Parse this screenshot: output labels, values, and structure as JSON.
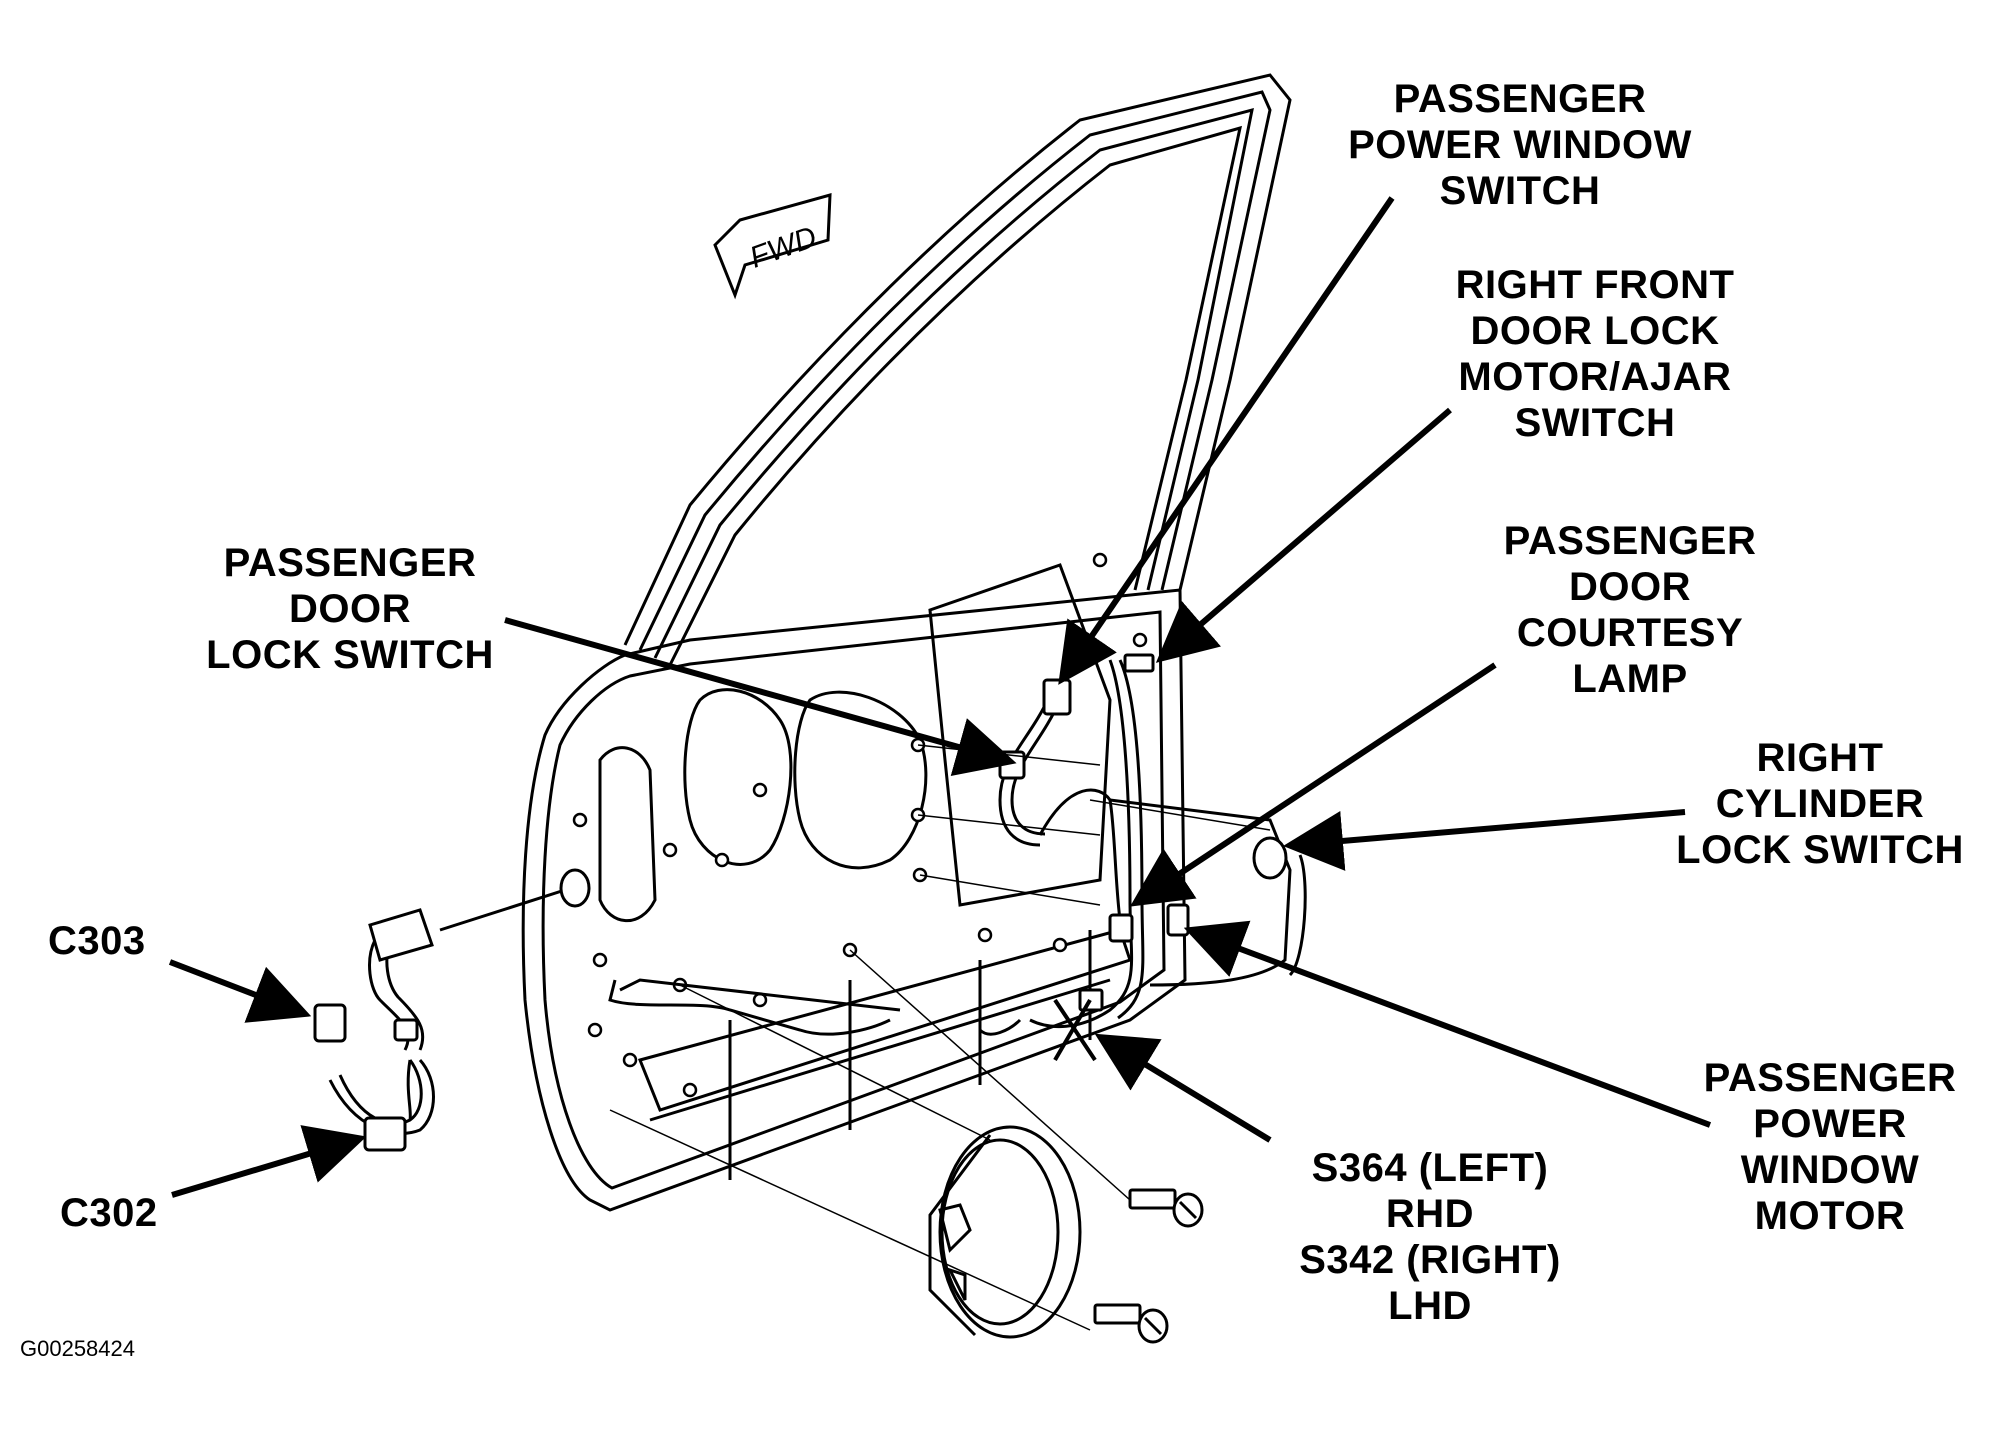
{
  "diagram": {
    "fwd_label": "FWD",
    "figure_id": "G00258424",
    "labels": {
      "power_window_switch": [
        "PASSENGER",
        "POWER WINDOW",
        "SWITCH"
      ],
      "door_lock_motor": [
        "RIGHT FRONT",
        "DOOR LOCK",
        "MOTOR/AJAR",
        "SWITCH"
      ],
      "door_lock_switch": [
        "PASSENGER",
        "DOOR",
        "LOCK SWITCH"
      ],
      "courtesy_lamp": [
        "PASSENGER",
        "DOOR",
        "COURTESY",
        "LAMP"
      ],
      "cylinder_lock_switch": [
        "RIGHT",
        "CYLINDER",
        "LOCK SWITCH"
      ],
      "c303": "C303",
      "c302": "C302",
      "power_window_motor": [
        "PASSENGER",
        "POWER",
        "WINDOW",
        "MOTOR"
      ],
      "splice": [
        "S364 (LEFT)",
        "RHD",
        "S342 (RIGHT)",
        "LHD"
      ]
    }
  }
}
